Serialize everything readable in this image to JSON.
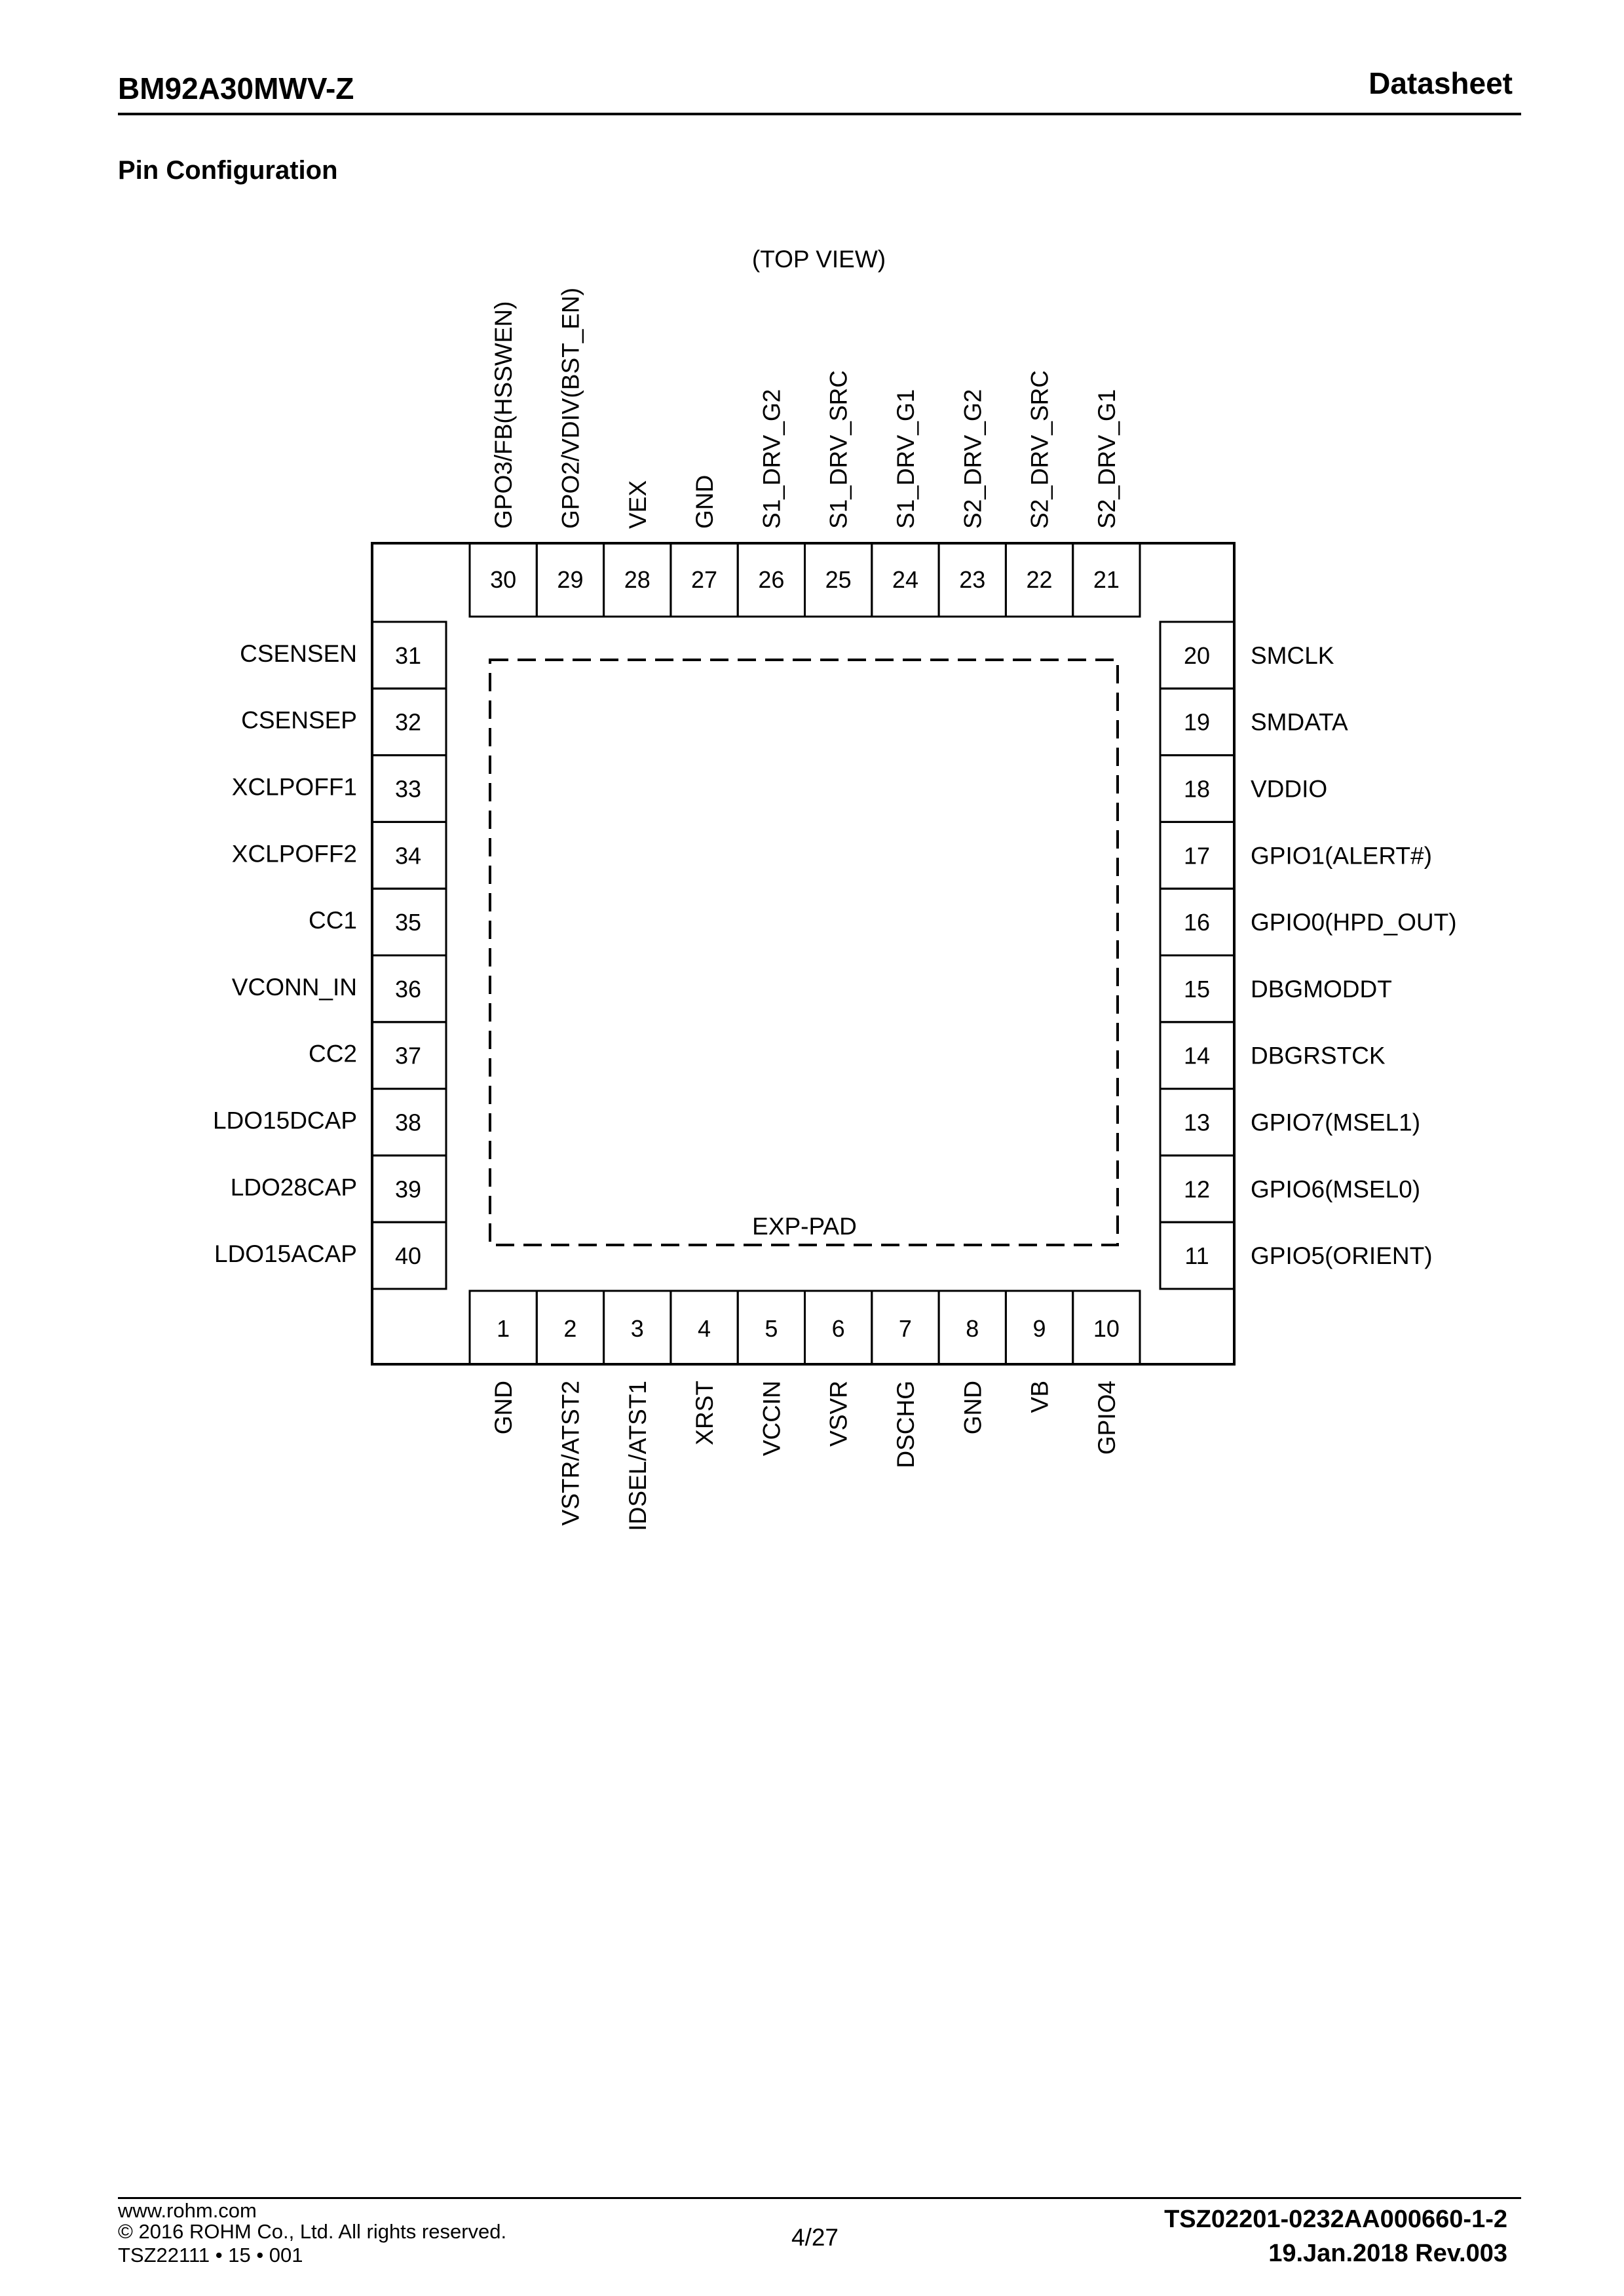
{
  "header": {
    "part_number": "BM92A30MWV-Z",
    "doc_type": "Datasheet"
  },
  "section_title": "Pin Configuration",
  "diagram": {
    "view_label": "(TOP VIEW)",
    "exp_pad_label": "EXP-PAD",
    "top_pins": [
      {
        "n": "30",
        "name": "GPO3/FB(HSSWEN)"
      },
      {
        "n": "29",
        "name": "GPO2/VDIV(BST_EN)"
      },
      {
        "n": "28",
        "name": "VEX"
      },
      {
        "n": "27",
        "name": "GND"
      },
      {
        "n": "26",
        "name": "S1_DRV_G2"
      },
      {
        "n": "25",
        "name": "S1_DRV_SRC"
      },
      {
        "n": "24",
        "name": "S1_DRV_G1"
      },
      {
        "n": "23",
        "name": "S2_DRV_G2"
      },
      {
        "n": "22",
        "name": "S2_DRV_SRC"
      },
      {
        "n": "21",
        "name": "S2_DRV_G1"
      }
    ],
    "left_pins": [
      {
        "n": "31",
        "name": "CSENSEN"
      },
      {
        "n": "32",
        "name": "CSENSEP"
      },
      {
        "n": "33",
        "name": "XCLPOFF1"
      },
      {
        "n": "34",
        "name": "XCLPOFF2"
      },
      {
        "n": "35",
        "name": "CC1"
      },
      {
        "n": "36",
        "name": "VCONN_IN"
      },
      {
        "n": "37",
        "name": "CC2"
      },
      {
        "n": "38",
        "name": "LDO15DCAP"
      },
      {
        "n": "39",
        "name": "LDO28CAP"
      },
      {
        "n": "40",
        "name": "LDO15ACAP"
      }
    ],
    "right_pins": [
      {
        "n": "20",
        "name": "SMCLK"
      },
      {
        "n": "19",
        "name": "SMDATA"
      },
      {
        "n": "18",
        "name": "VDDIO"
      },
      {
        "n": "17",
        "name": "GPIO1(ALERT#)"
      },
      {
        "n": "16",
        "name": "GPIO0(HPD_OUT)"
      },
      {
        "n": "15",
        "name": "DBGMODDT"
      },
      {
        "n": "14",
        "name": "DBGRSTCK"
      },
      {
        "n": "13",
        "name": "GPIO7(MSEL1)"
      },
      {
        "n": "12",
        "name": "GPIO6(MSEL0)"
      },
      {
        "n": "11",
        "name": "GPIO5(ORIENT)"
      }
    ],
    "bottom_pins": [
      {
        "n": "1",
        "name": "GND"
      },
      {
        "n": "2",
        "name": "VSTR/ATST2"
      },
      {
        "n": "3",
        "name": "IDSEL/ATST1"
      },
      {
        "n": "4",
        "name": "XRST"
      },
      {
        "n": "5",
        "name": "VCCIN"
      },
      {
        "n": "6",
        "name": "VSVR"
      },
      {
        "n": "7",
        "name": "DSCHG"
      },
      {
        "n": "8",
        "name": "GND"
      },
      {
        "n": "9",
        "name": "VB"
      },
      {
        "n": "10",
        "name": "GPIO4"
      }
    ]
  },
  "footer": {
    "website": "www.rohm.com",
    "copyright": "© 2016 ROHM Co., Ltd. All rights reserved.",
    "form_code": "TSZ22111 • 15 • 001",
    "page": "4/27",
    "doc_number": "TSZ02201-0232AA000660-1-2",
    "date_rev": "19.Jan.2018 Rev.003"
  }
}
